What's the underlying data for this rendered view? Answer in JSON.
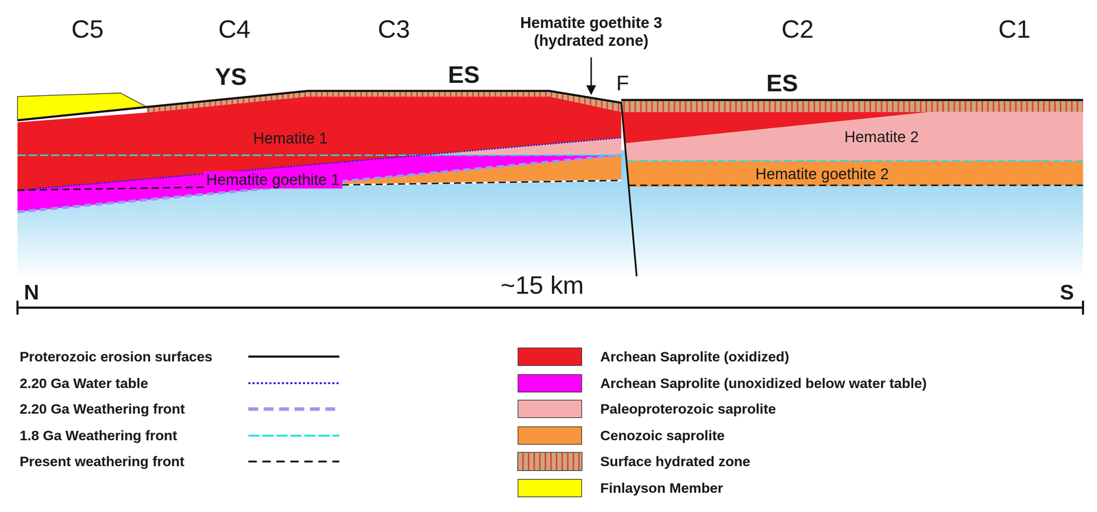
{
  "diagram": {
    "labels": [
      "C5",
      "C4",
      "C3",
      "Hematite goethite 3 (hydrated zone)",
      "C2",
      "C1",
      "YS",
      "ES",
      "F",
      "ES",
      "Hematite 1",
      "Hematite goethite 1",
      "Hematite 2",
      "Hematite goethite 2",
      "N",
      "~15 km",
      "S"
    ],
    "legend": [
      {
        "text": "Proterozoic erosion surfaces"
      },
      {
        "text": "2.20 Ga Water table"
      },
      {
        "text": "2.20 Ga Weathering front"
      },
      {
        "text": "1.8 Ga Weathering front"
      },
      {
        "text": "Present weathering front"
      },
      {
        "text": "Archean Saprolite (oxidized)",
        "color": "#ed1c24"
      },
      {
        "text": "Archean Saprolite (unoxidized below water table)",
        "color": "#ff00ff"
      },
      {
        "text": "Paleoproterozoic saprolite",
        "color": "#f5aeb0"
      },
      {
        "text": "Cenozoic saprolite",
        "color": "#f7963c"
      },
      {
        "text": "Surface hydrated zone"
      },
      {
        "text": "Finlayson Member",
        "color": "#ffff00"
      }
    ]
  }
}
